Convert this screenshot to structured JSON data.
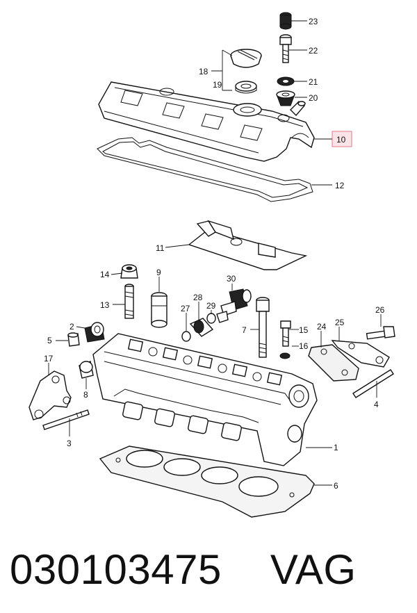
{
  "diagram": {
    "highlight_color": "#e88b9a",
    "callouts": [
      {
        "id": "23",
        "label": "23"
      },
      {
        "id": "22",
        "label": "22"
      },
      {
        "id": "18",
        "label": "18"
      },
      {
        "id": "19",
        "label": "19"
      },
      {
        "id": "21",
        "label": "21"
      },
      {
        "id": "20",
        "label": "20"
      },
      {
        "id": "10",
        "label": "10"
      },
      {
        "id": "12",
        "label": "12"
      },
      {
        "id": "11",
        "label": "11"
      },
      {
        "id": "14",
        "label": "14"
      },
      {
        "id": "9",
        "label": "9"
      },
      {
        "id": "30",
        "label": "30"
      },
      {
        "id": "13",
        "label": "13"
      },
      {
        "id": "28",
        "label": "28"
      },
      {
        "id": "29",
        "label": "29"
      },
      {
        "id": "27",
        "label": "27"
      },
      {
        "id": "2",
        "label": "2"
      },
      {
        "id": "7",
        "label": "7"
      },
      {
        "id": "15",
        "label": "15"
      },
      {
        "id": "24",
        "label": "24"
      },
      {
        "id": "25",
        "label": "25"
      },
      {
        "id": "26",
        "label": "26"
      },
      {
        "id": "5",
        "label": "5"
      },
      {
        "id": "16",
        "label": "16"
      },
      {
        "id": "17",
        "label": "17"
      },
      {
        "id": "8",
        "label": "8"
      },
      {
        "id": "4",
        "label": "4"
      },
      {
        "id": "3",
        "label": "3"
      },
      {
        "id": "1",
        "label": "1"
      },
      {
        "id": "6",
        "label": "6"
      }
    ]
  },
  "caption": {
    "part_number": "030103475",
    "brand": "VAG"
  }
}
